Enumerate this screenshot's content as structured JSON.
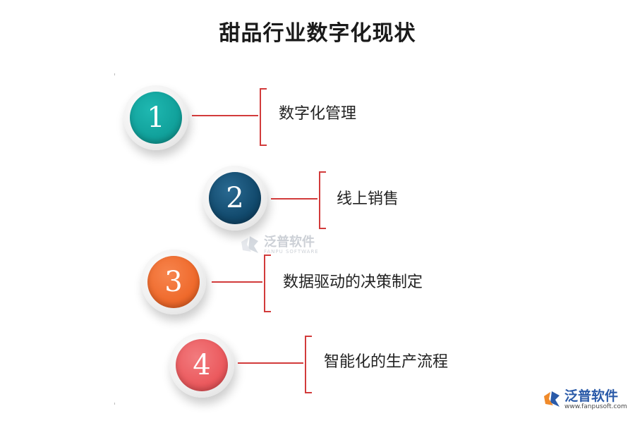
{
  "title": "甜品行业数字化现状",
  "steps": [
    {
      "number": "1",
      "label": "数字化管理",
      "color": "#11a19b"
    },
    {
      "number": "2",
      "label": "线上销售",
      "color": "#124a6d"
    },
    {
      "number": "3",
      "label": "数据驱动的决策制定",
      "color": "#ef6a2c"
    },
    {
      "number": "4",
      "label": "智能化的生产流程",
      "color": "#eb5a5e"
    }
  ],
  "watermark": {
    "brand_cn": "泛普软件",
    "brand_en": "FANPU SOFTWARE",
    "url": "www.fanpusoft.com"
  },
  "accent_line_color": "#d23b3b"
}
